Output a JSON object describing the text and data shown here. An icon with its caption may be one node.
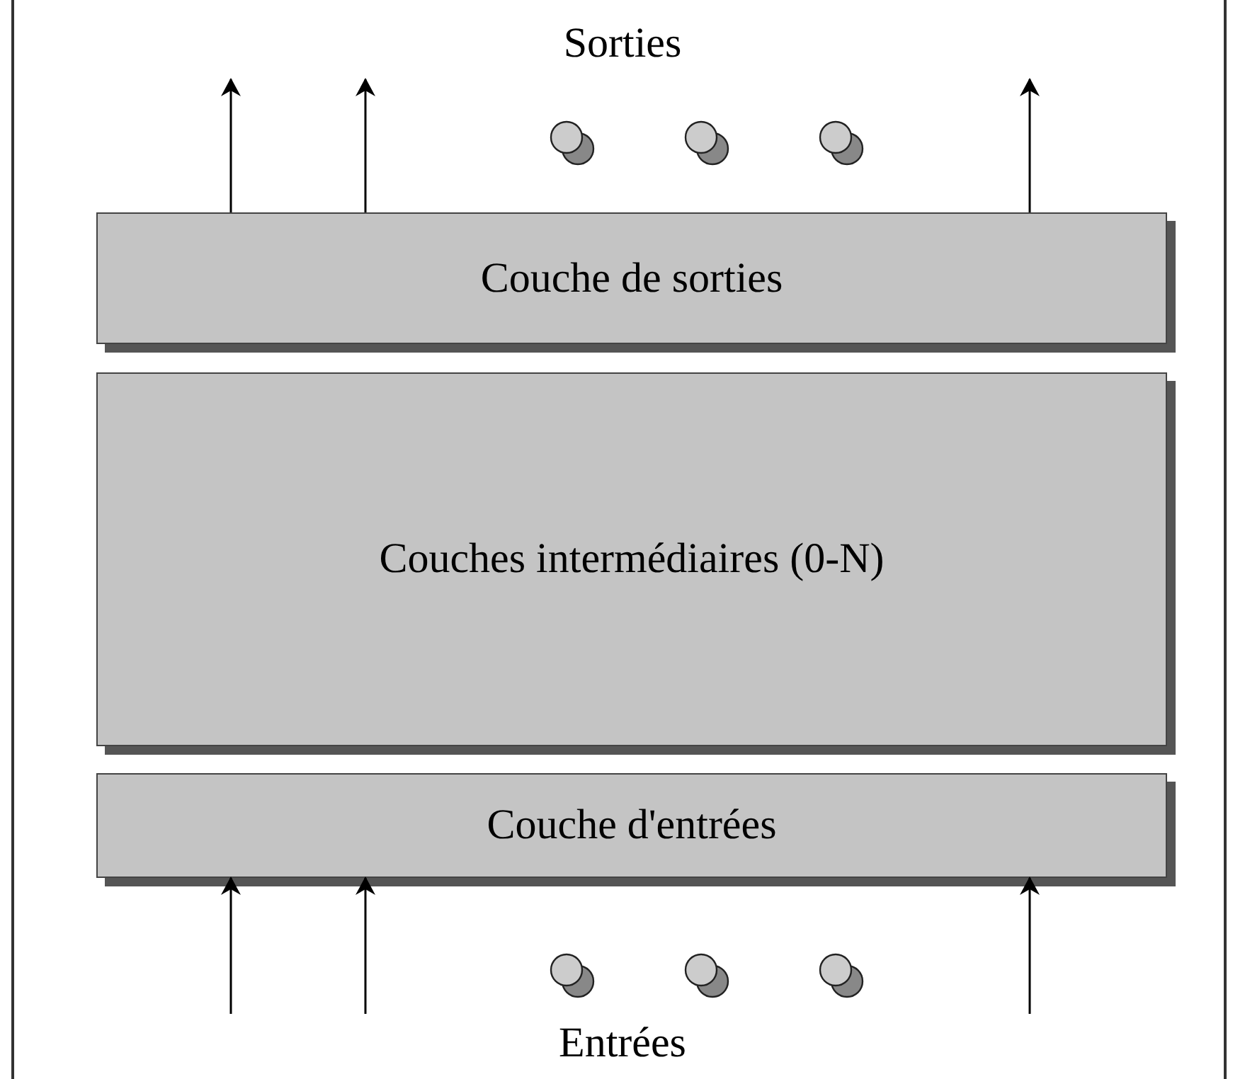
{
  "diagram": {
    "nodes": [
      {
        "text": [
          "Couche de sorties"
        ]
      },
      {
        "text": [
          "Couches intermédiaires (0-N)"
        ]
      },
      {
        "text": [
          "Couche d'entrées"
        ]
      }
    ],
    "edges": [
      {
        "from": 0,
        "to": null,
        "arrow": "to"
      },
      {
        "from": 0,
        "to": null,
        "arrow": "to"
      },
      {
        "from": 0,
        "to": null,
        "arrow": "to"
      },
      {
        "from": null,
        "to": 2,
        "arrow": "to"
      },
      {
        "from": null,
        "to": 2,
        "arrow": "to"
      },
      {
        "from": null,
        "to": 2,
        "arrow": "to"
      }
    ],
    "labels": [
      "Sorties",
      "Entrées"
    ]
  }
}
